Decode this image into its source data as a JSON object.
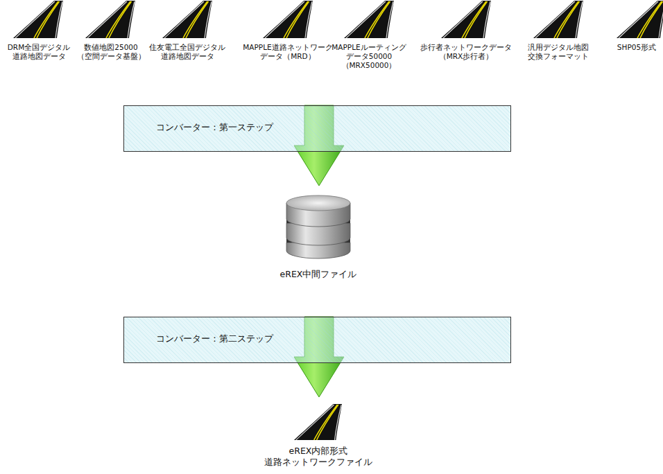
{
  "diagram": {
    "nodes": [
      {
        "text": [
          "DRM全国デジタル 道路地図データ"
        ]
      },
      {
        "text": [
          "数値地図25000 （空間データ基盤）"
        ]
      },
      {
        "text": [
          "住友電工全国デジタル 道路地図データ"
        ]
      },
      {
        "text": [
          "MAPPLE道路ネットワーク データ（MRD）"
        ]
      },
      {
        "text": [
          "MAPPLEルーティング データ50000（MRX50000）"
        ]
      },
      {
        "text": [
          "歩行者ネットワークデータ （MRX歩行者）"
        ]
      },
      {
        "text": [
          "汎用デジタル地図 交換フォーマット"
        ]
      },
      {
        "text": [
          "SHP05形式"
        ]
      },
      {
        "text": [
          "コンバーター：第一ステップ"
        ]
      },
      {
        "text": [
          "eREX中間ファイル"
        ]
      },
      {
        "text": [
          "コンバーター：第二ステップ"
        ]
      },
      {
        "text": [
          "eREX内部形式 道路ネットワークファイル"
        ]
      }
    ],
    "edges": [
      {
        "from": 8,
        "to": 9,
        "arrow": "to"
      },
      {
        "from": 10,
        "to": 11,
        "arrow": "to"
      }
    ]
  }
}
